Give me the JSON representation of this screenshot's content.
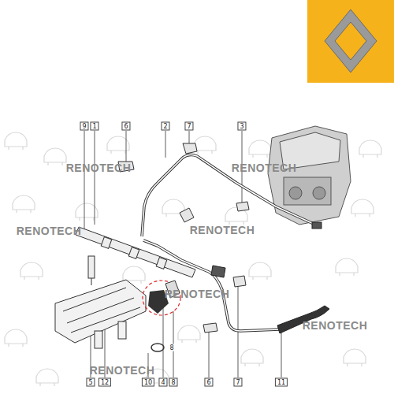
{
  "diagram": {
    "labels": [
      "9",
      "1",
      "6",
      "2",
      "7",
      "3",
      "RENOTECH",
      "RENOTECH",
      "RENOTECH",
      "RENOTECH",
      "RENOTECH",
      "RENOTECH",
      "RENOTECH",
      "8",
      "5",
      "12",
      "10",
      "4",
      "8",
      "6",
      "7",
      "11"
    ]
  }
}
